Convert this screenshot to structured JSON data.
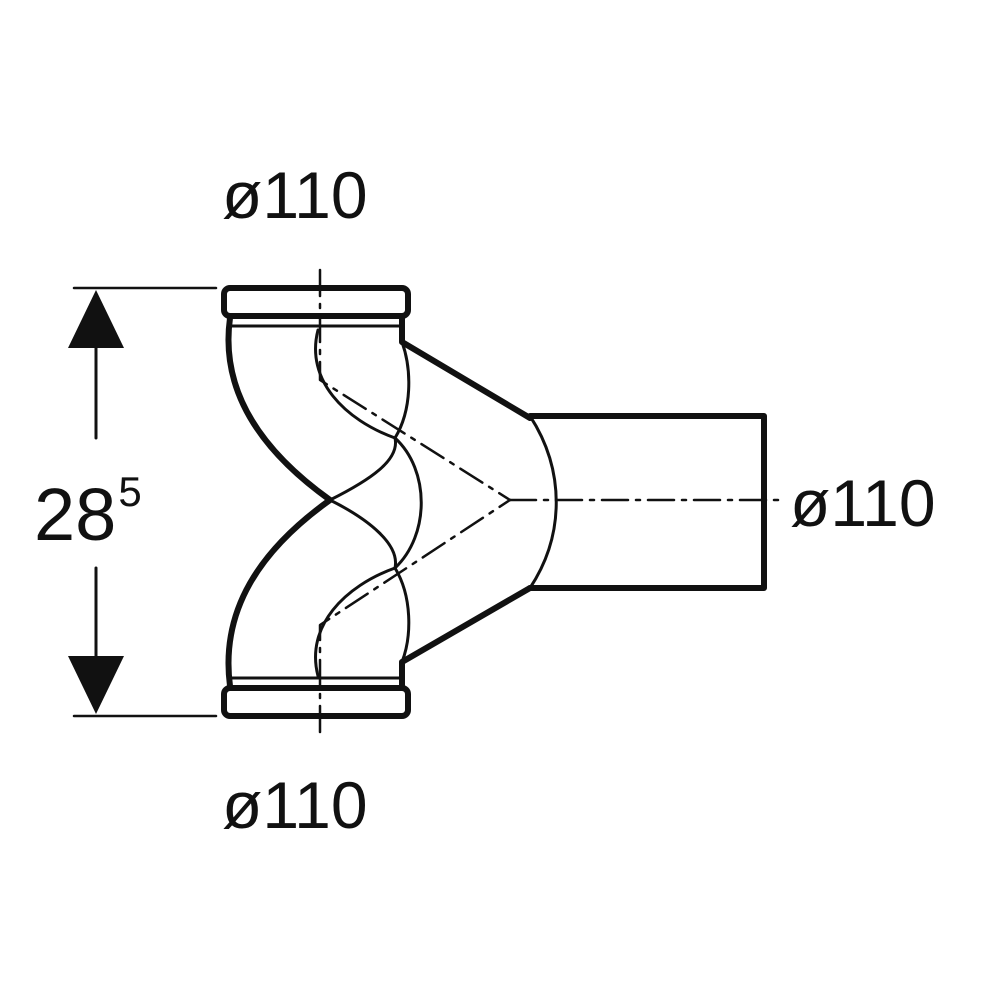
{
  "labels": {
    "top_diameter": "ø110",
    "bottom_diameter": "ø110",
    "right_diameter": "ø110",
    "height_main": "28",
    "height_superscript": "5"
  },
  "colors": {
    "line": "#111111",
    "background": "#ffffff"
  }
}
